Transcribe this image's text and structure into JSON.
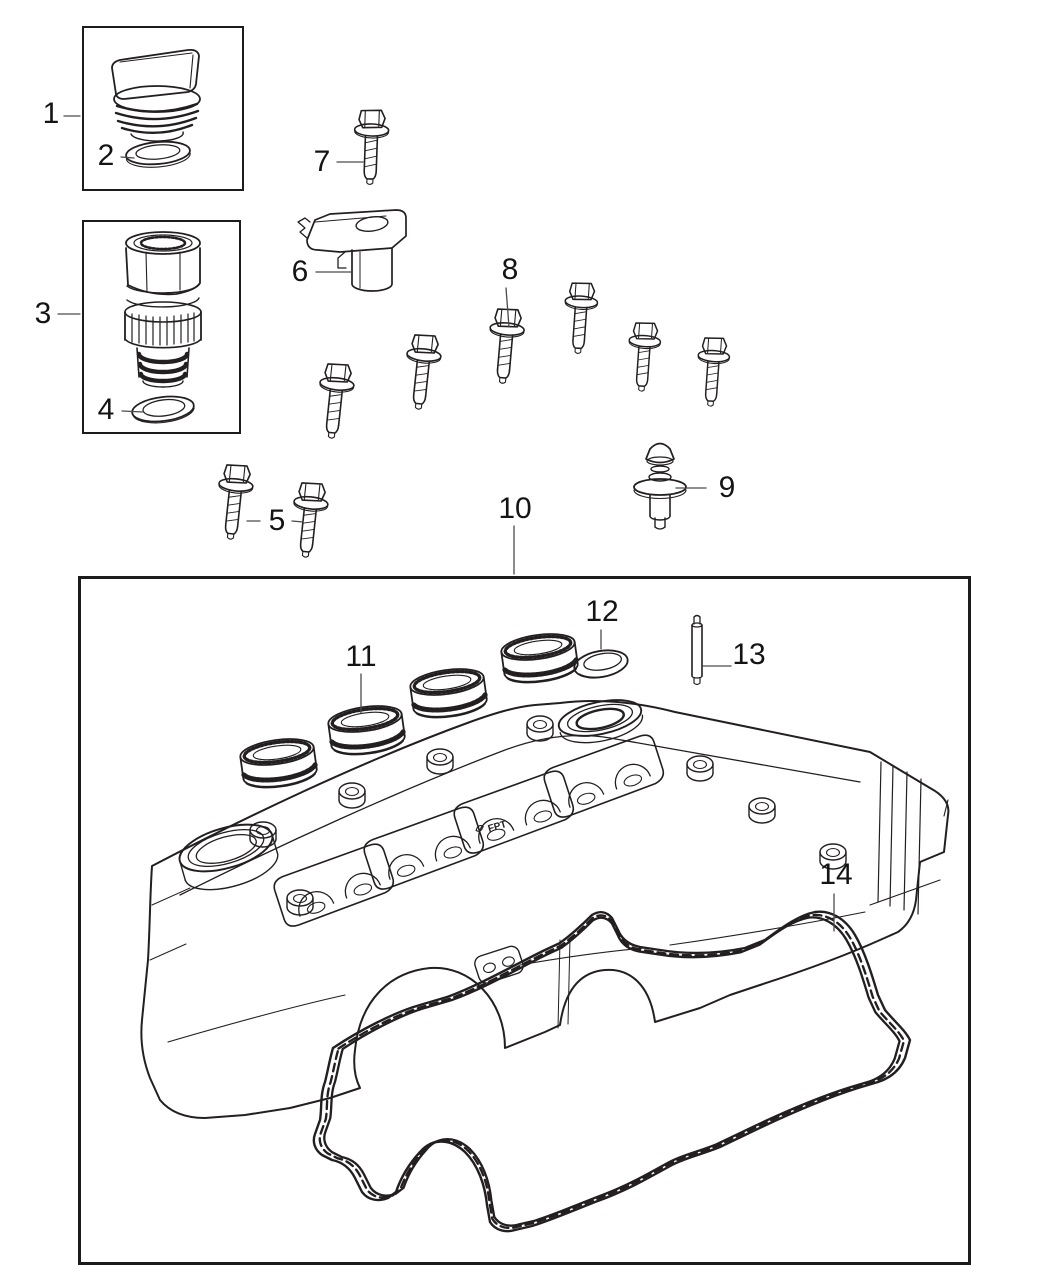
{
  "figure": {
    "engraving": "FPT",
    "colors": {
      "background": "#ffffff",
      "line": "#231f20",
      "leader": "#4a4a4a",
      "text": "#141414"
    },
    "callouts": [
      {
        "id": "1",
        "label": "1"
      },
      {
        "id": "2",
        "label": "2"
      },
      {
        "id": "3",
        "label": "3"
      },
      {
        "id": "4",
        "label": "4"
      },
      {
        "id": "5",
        "label": "5"
      },
      {
        "id": "6",
        "label": "6"
      },
      {
        "id": "7",
        "label": "7"
      },
      {
        "id": "8",
        "label": "8"
      },
      {
        "id": "9",
        "label": "9"
      },
      {
        "id": "10",
        "label": "10"
      },
      {
        "id": "11",
        "label": "11"
      },
      {
        "id": "12",
        "label": "12"
      },
      {
        "id": "13",
        "label": "13"
      },
      {
        "id": "14",
        "label": "14"
      }
    ]
  }
}
